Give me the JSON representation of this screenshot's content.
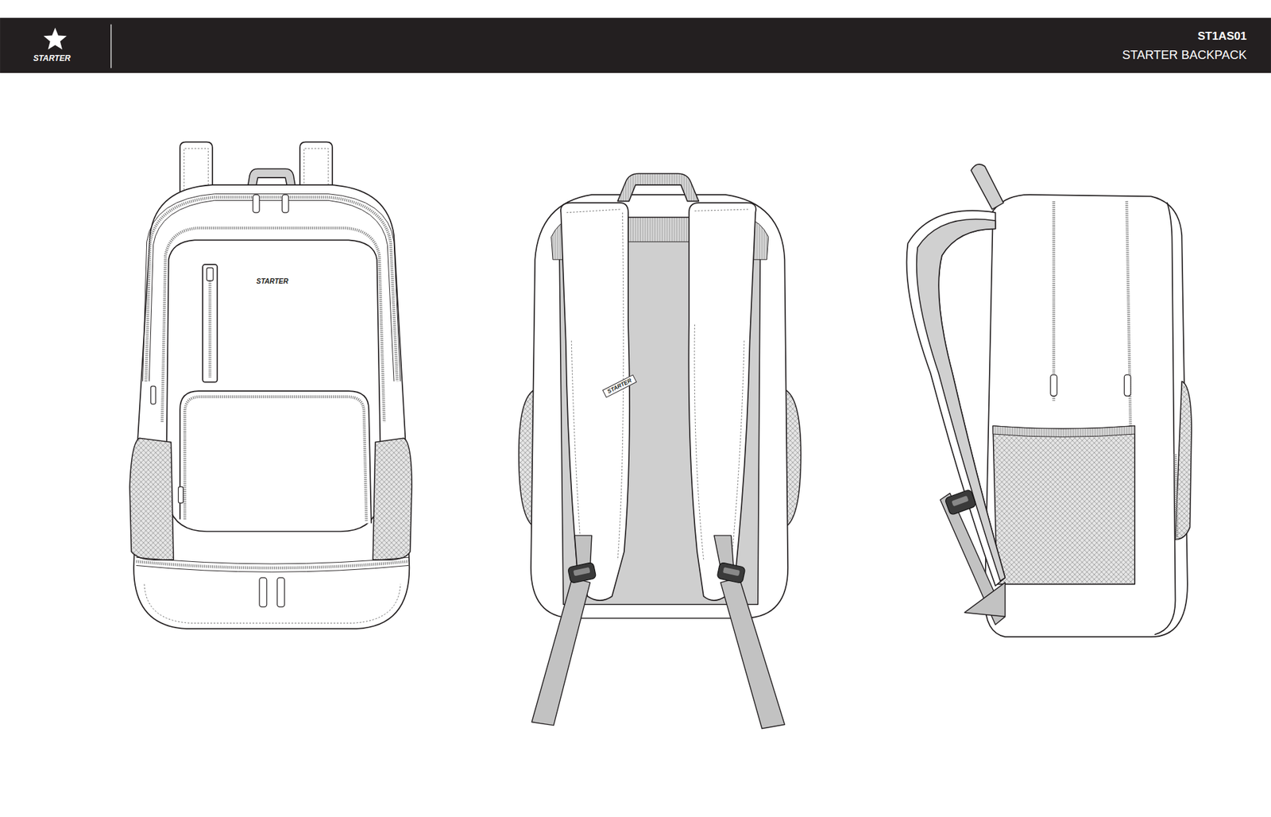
{
  "diagram": {
    "labels": [
      "STARTER",
      "ST1AS01",
      "STARTER BACKPACK",
      "STARTER",
      "STARTER"
    ]
  }
}
